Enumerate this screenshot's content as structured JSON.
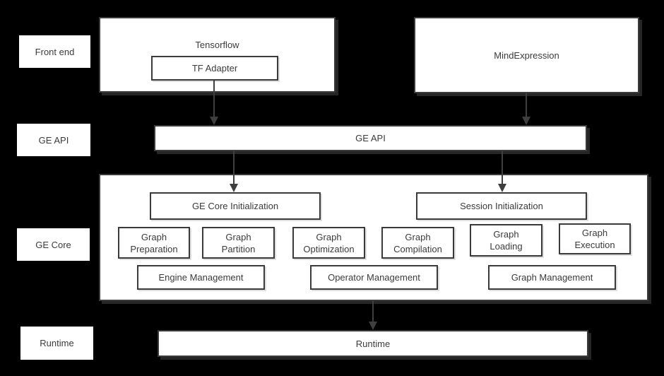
{
  "diagram": {
    "rows": {
      "front_end": "Front end",
      "ge_api": "GE API",
      "ge_core": "GE Core",
      "runtime": "Runtime"
    },
    "front_end": {
      "tensorflow": "Tensorflow",
      "tf_adapter": "TF Adapter",
      "mind_expression": "MindExpression"
    },
    "api": {
      "ge_api_bar": "GE API"
    },
    "core": {
      "ge_core_initialization": "GE Core Initialization",
      "session_initialization": "Session Initialization",
      "modules": [
        "Graph Preparation",
        "Graph Partition",
        "Graph Optimization",
        "Graph Compilation",
        "Graph Loading",
        "Graph Execution"
      ],
      "management": [
        "Engine Management",
        "Operator Management",
        "Graph Management"
      ]
    },
    "runtime_bar": "Runtime",
    "colors": {
      "background": "#000000",
      "box_fill": "#ffffff",
      "box_border": "#3a3a3a",
      "text": "#3b3b3b",
      "arrow": "#3f3f3f"
    },
    "arrows": [
      {
        "from": "tf-adapter",
        "to": "ge-api-bar"
      },
      {
        "from": "mindexpression",
        "to": "ge-api-bar"
      },
      {
        "from": "ge-api-bar",
        "to": "ge-core-initialization"
      },
      {
        "from": "ge-api-bar",
        "to": "session-initialization"
      },
      {
        "from": "ge-core",
        "to": "runtime-bar"
      }
    ]
  }
}
